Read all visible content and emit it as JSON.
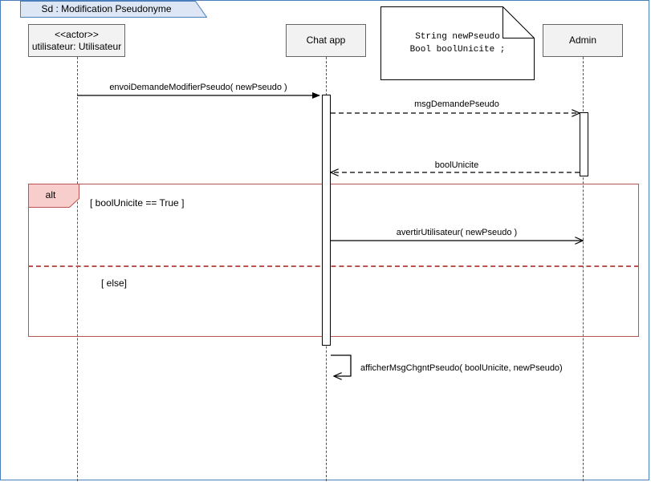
{
  "diagram": {
    "type": "uml-sequence-diagram",
    "title": "Sd :  Modification Pseudonyme"
  },
  "participants": [
    {
      "id": "utilisateur",
      "stereotype": "<<actor>>",
      "label": "utilisateur: Utilisateur"
    },
    {
      "id": "chatapp",
      "stereotype": "",
      "label": "Chat app"
    },
    {
      "id": "admin",
      "stereotype": "",
      "label": "Admin"
    }
  ],
  "note": {
    "line1": "String newPseudo",
    "line2": "Bool boolUnicite ;"
  },
  "messages": [
    {
      "id": "m1",
      "label": "envoiDemandeModifierPseudo( newPseudo )",
      "from": "utilisateur",
      "to": "chatapp",
      "style": "solid",
      "arrow": "filled"
    },
    {
      "id": "m2",
      "label": "msgDemandePseudo",
      "from": "chatapp",
      "to": "admin",
      "style": "dashed",
      "arrow": "open"
    },
    {
      "id": "m3",
      "label": "boolUnicite",
      "from": "admin",
      "to": "chatapp",
      "style": "dashed",
      "arrow": "open"
    },
    {
      "id": "m4",
      "label": "avertirUtilisateur( newPseudo )",
      "from": "chatapp",
      "to": "admin",
      "style": "solid",
      "arrow": "open"
    },
    {
      "id": "m5",
      "label": "afficherMsgChgntPseudo( boolUnicite, newPseudo)",
      "from": "chatapp",
      "to": "chatapp",
      "style": "solid",
      "arrow": "open",
      "self": true
    }
  ],
  "fragment": {
    "operator": "alt",
    "guards": [
      {
        "id": "g1",
        "text": "[ boolUnicite == True ]"
      },
      {
        "id": "g2",
        "text": "[ else]"
      }
    ]
  },
  "colors": {
    "frame_border": "#4a7ebb",
    "title_fill": "#dce6f4",
    "participant_fill": "#f2f2f2",
    "participant_border": "#666666",
    "fragment_border": "#b85450",
    "fragment_tab_fill": "#f8cecc",
    "lifeline": "#555555",
    "message": "#000000"
  }
}
